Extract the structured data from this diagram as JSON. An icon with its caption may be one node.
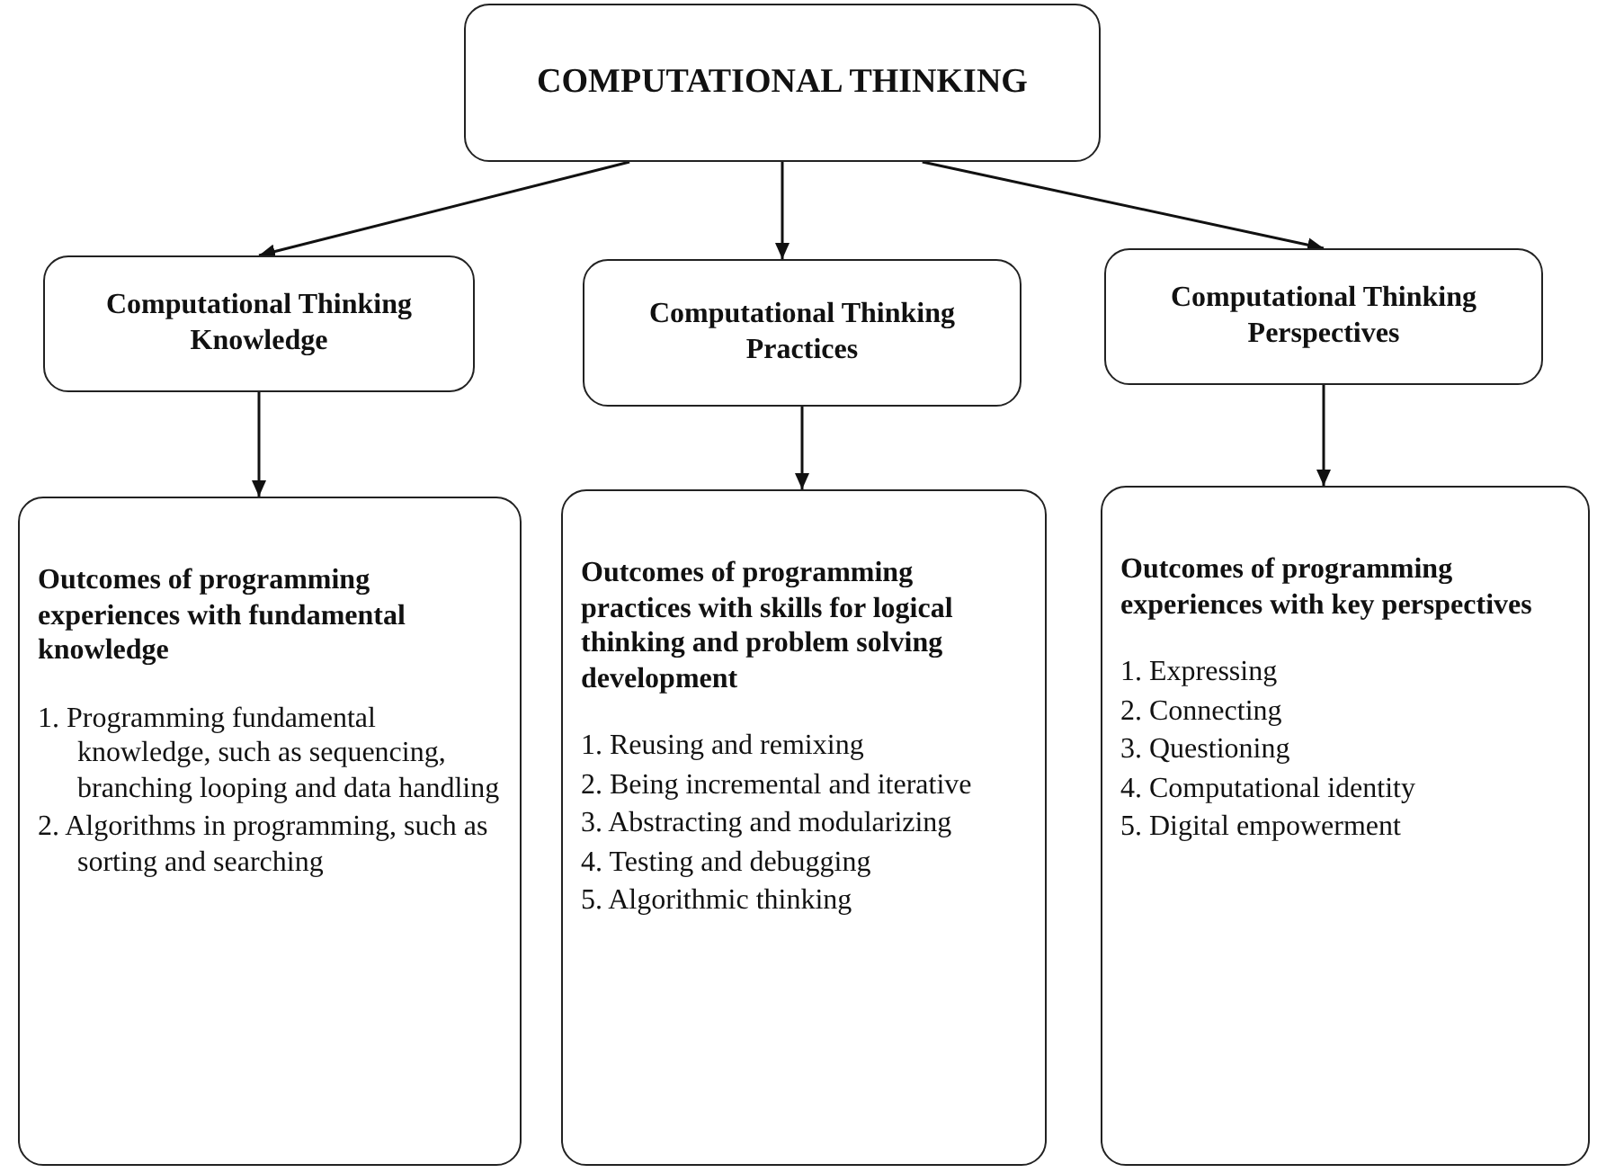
{
  "diagram": {
    "nodes": [
      {
        "text": [
          "COMPUTATIONAL THINKING"
        ]
      },
      {
        "text": [
          "Computational Thinking Knowledge"
        ]
      },
      {
        "text": [
          "Computational Thinking Practices"
        ]
      },
      {
        "text": [
          "Computational Thinking Perspectives"
        ]
      },
      {
        "text": [
          "Outcomes of programming experiences with fundamental knowledge",
          "1. Programming fundamental knowledge, such as sequencing, branching looping and data handling",
          "2. Algorithms in programming, such as sorting and searching"
        ]
      },
      {
        "text": [
          "Outcomes of programming practices with skills for logical thinking and problem solving development",
          "1. Reusing and remixing",
          "2. Being incremental and iterative",
          "3. Abstracting and modularizing",
          "4. Testing and debugging",
          "5. Algorithmic thinking"
        ]
      },
      {
        "text": [
          "Outcomes of programming experiences with key perspectives",
          "1. Expressing",
          "2. Connecting",
          "3. Questioning",
          "4. Computational identity",
          "5. Digital empowerment"
        ]
      }
    ],
    "edges": [
      {
        "from": 0,
        "to": 1,
        "arrow": "to"
      },
      {
        "from": 0,
        "to": 2,
        "arrow": "to"
      },
      {
        "from": 0,
        "to": 3,
        "arrow": "to"
      },
      {
        "from": 1,
        "to": 4,
        "arrow": "to"
      },
      {
        "from": 2,
        "to": 5,
        "arrow": "to"
      },
      {
        "from": 3,
        "to": 6,
        "arrow": "to"
      }
    ]
  }
}
